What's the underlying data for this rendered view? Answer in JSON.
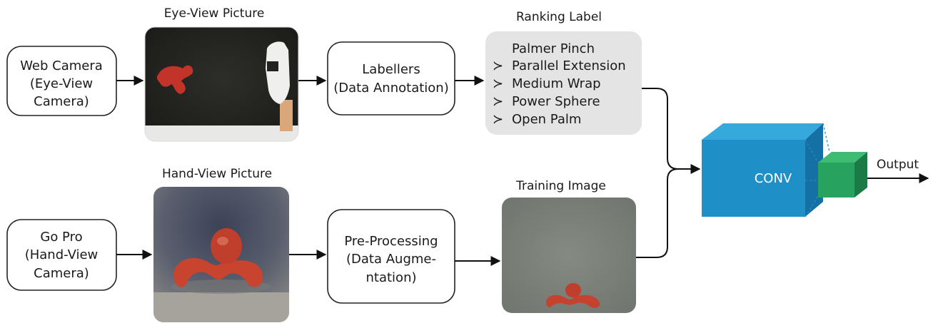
{
  "titles": {
    "eye_view": "Eye-View Picture",
    "ranking": "Ranking Label",
    "hand_view": "Hand-View Picture",
    "training": "Training Image",
    "output": "Output"
  },
  "boxes": {
    "web_camera": [
      "Web Camera",
      "(Eye-View",
      "Camera)"
    ],
    "labellers": [
      "Labellers",
      "(Data Annotation)"
    ],
    "go_pro": [
      "Go Pro",
      "(Hand-View",
      "Camera)"
    ],
    "preprocessing": [
      "Pre-Processing",
      "(Data Augme-",
      "ntation)"
    ]
  },
  "ranking_label": {
    "first": "Palmer Pinch",
    "ranked": [
      "Parallel Extension",
      "Medium Wrap",
      "Power Sphere",
      "Open Palm"
    ],
    "separator_glyph": "≻"
  },
  "conv_label": "CONV",
  "colors": {
    "conv_front": "#1f8fc7",
    "conv_top": "#35a9dc",
    "conv_side": "#1570a6",
    "small_front": "#27a35f",
    "small_top": "#3ebc72",
    "small_side": "#1c7a47",
    "ranking_bg": "#e4e4e4",
    "photo_dark": "#2a2a26",
    "photo_gray": "#7b807a",
    "object_red": "#c23a2a"
  }
}
